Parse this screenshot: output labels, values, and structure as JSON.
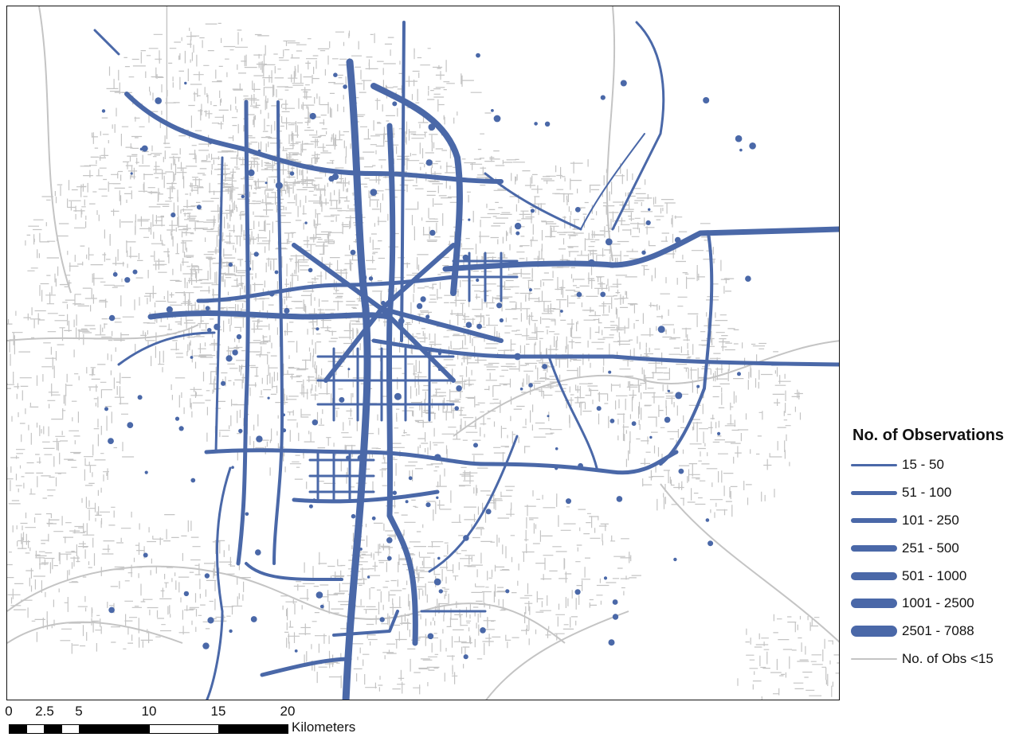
{
  "legend": {
    "title": "No. of Observations",
    "items": [
      {
        "label": "15 - 50",
        "weight": 1
      },
      {
        "label": "51 - 100",
        "weight": 2
      },
      {
        "label": "101 - 250",
        "weight": 3
      },
      {
        "label": "251 - 500",
        "weight": 4
      },
      {
        "label": "501 - 1000",
        "weight": 5
      },
      {
        "label": "1001 - 2500",
        "weight": 6
      },
      {
        "label": "2501 - 7088",
        "weight": 7
      },
      {
        "label": "No. of Obs <15",
        "weight": 0
      }
    ]
  },
  "scale_bar": {
    "ticks": [
      "0",
      "2.5",
      "5",
      "10",
      "15",
      "20"
    ],
    "unit": "Kilometers"
  },
  "colors": {
    "route": "#4a68a8",
    "background_road": "#c4c4c4",
    "frame": "#111111"
  }
}
